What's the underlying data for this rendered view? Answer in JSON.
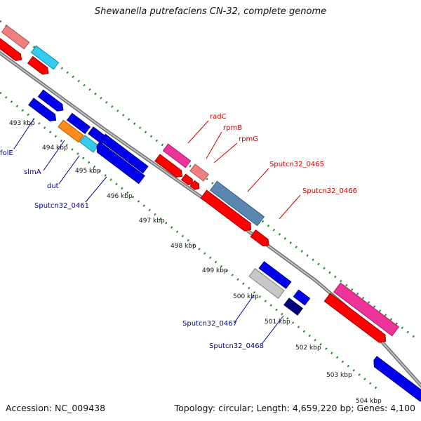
{
  "title": "Shewanella putrefaciens CN-32, complete genome",
  "footer": {
    "accession": "Accession: NC_009438",
    "summary": "Topology: circular; Length: 4,659,220 bp; Genes: 4,100"
  },
  "kbp_labels": [
    "493 kbp",
    "494 kbp",
    "495 kbp",
    "496 kbp",
    "497 kbp",
    "498 kbp",
    "499 kbp",
    "500 kbp",
    "501 kbp",
    "502 kbp",
    "503 kbp",
    "504 kbp"
  ],
  "gene_labels": {
    "left": [
      "folE",
      "slmA",
      "dut",
      "Sputcn32_0461"
    ],
    "right": [
      "radC",
      "rpmB",
      "rpmG",
      "Sputcn32_0465",
      "Sputcn32_0466"
    ],
    "bottom": [
      "Sputcn32_0467",
      "Sputcn32_0468"
    ]
  },
  "colors": {
    "forward_cds": "#ff0000",
    "reverse_cds": "#0000ee",
    "label_forward": "#cc0000",
    "label_reverse": "#000099",
    "backbone": "#888888",
    "tick": "#2a8a2a"
  }
}
